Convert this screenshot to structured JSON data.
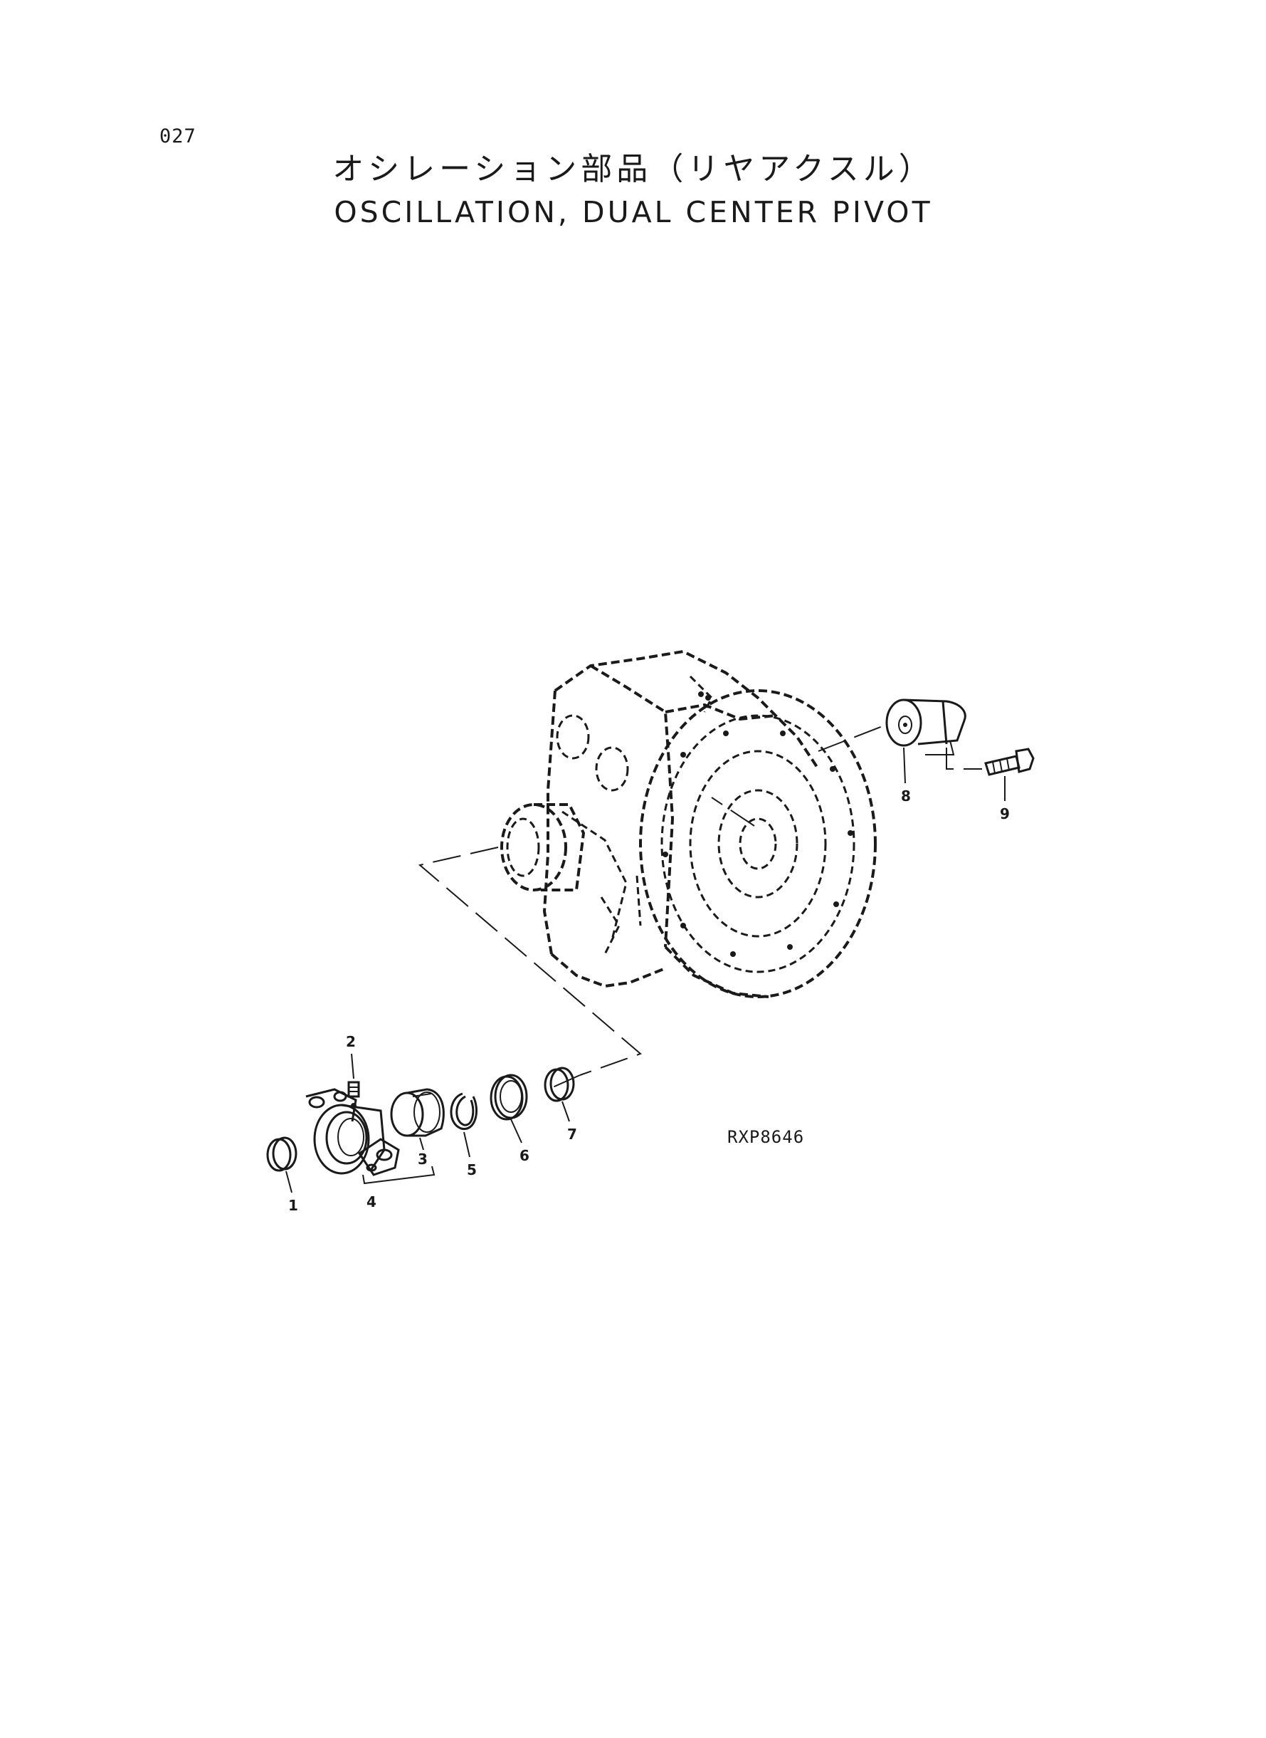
{
  "page": {
    "number": "027",
    "title_jp": "オシレーション部品（リヤアクスル）",
    "title_en": "OSCILLATION, DUAL CENTER PIVOT",
    "reference_code": "RXP8646"
  },
  "callouts": {
    "c1": "1",
    "c2": "2",
    "c3": "3",
    "c4": "4",
    "c5": "5",
    "c6": "6",
    "c7": "7",
    "c8": "8",
    "c9": "9"
  }
}
